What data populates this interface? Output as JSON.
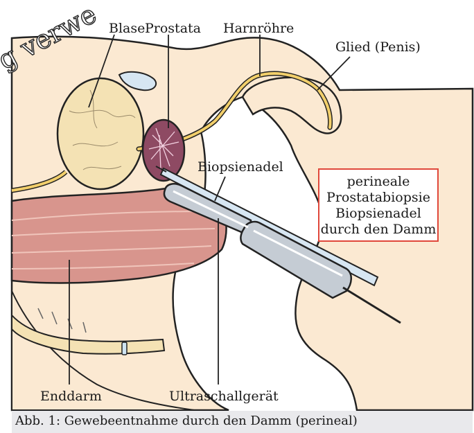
{
  "labels": {
    "blase": "Blase",
    "prostata": "Prostata",
    "harnroehre": "Harnröhre",
    "glied": "Glied (Penis)",
    "biopsienadel": "Biopsienadel",
    "enddarm": "Enddarm",
    "ultraschall": "Ultraschallgerät"
  },
  "callout": {
    "line1": "perineale",
    "line2": "Prostatabiopsie",
    "line3": "Biopsienadel",
    "line4": "durch den Damm"
  },
  "caption": "Abb. 1: Gewebeentnahme durch den Damm (perineal)",
  "watermark": "g verwe",
  "colors": {
    "skin": "#fbe9d2",
    "bladder": "#f4e2b4",
    "prostate": "#8e4a63",
    "urethra": "#f2cf6b",
    "rectum": "#d8958d",
    "probe": "#c5ccd4",
    "callout_border": "#e0473a",
    "caption_bar": "#e9e9ec"
  }
}
